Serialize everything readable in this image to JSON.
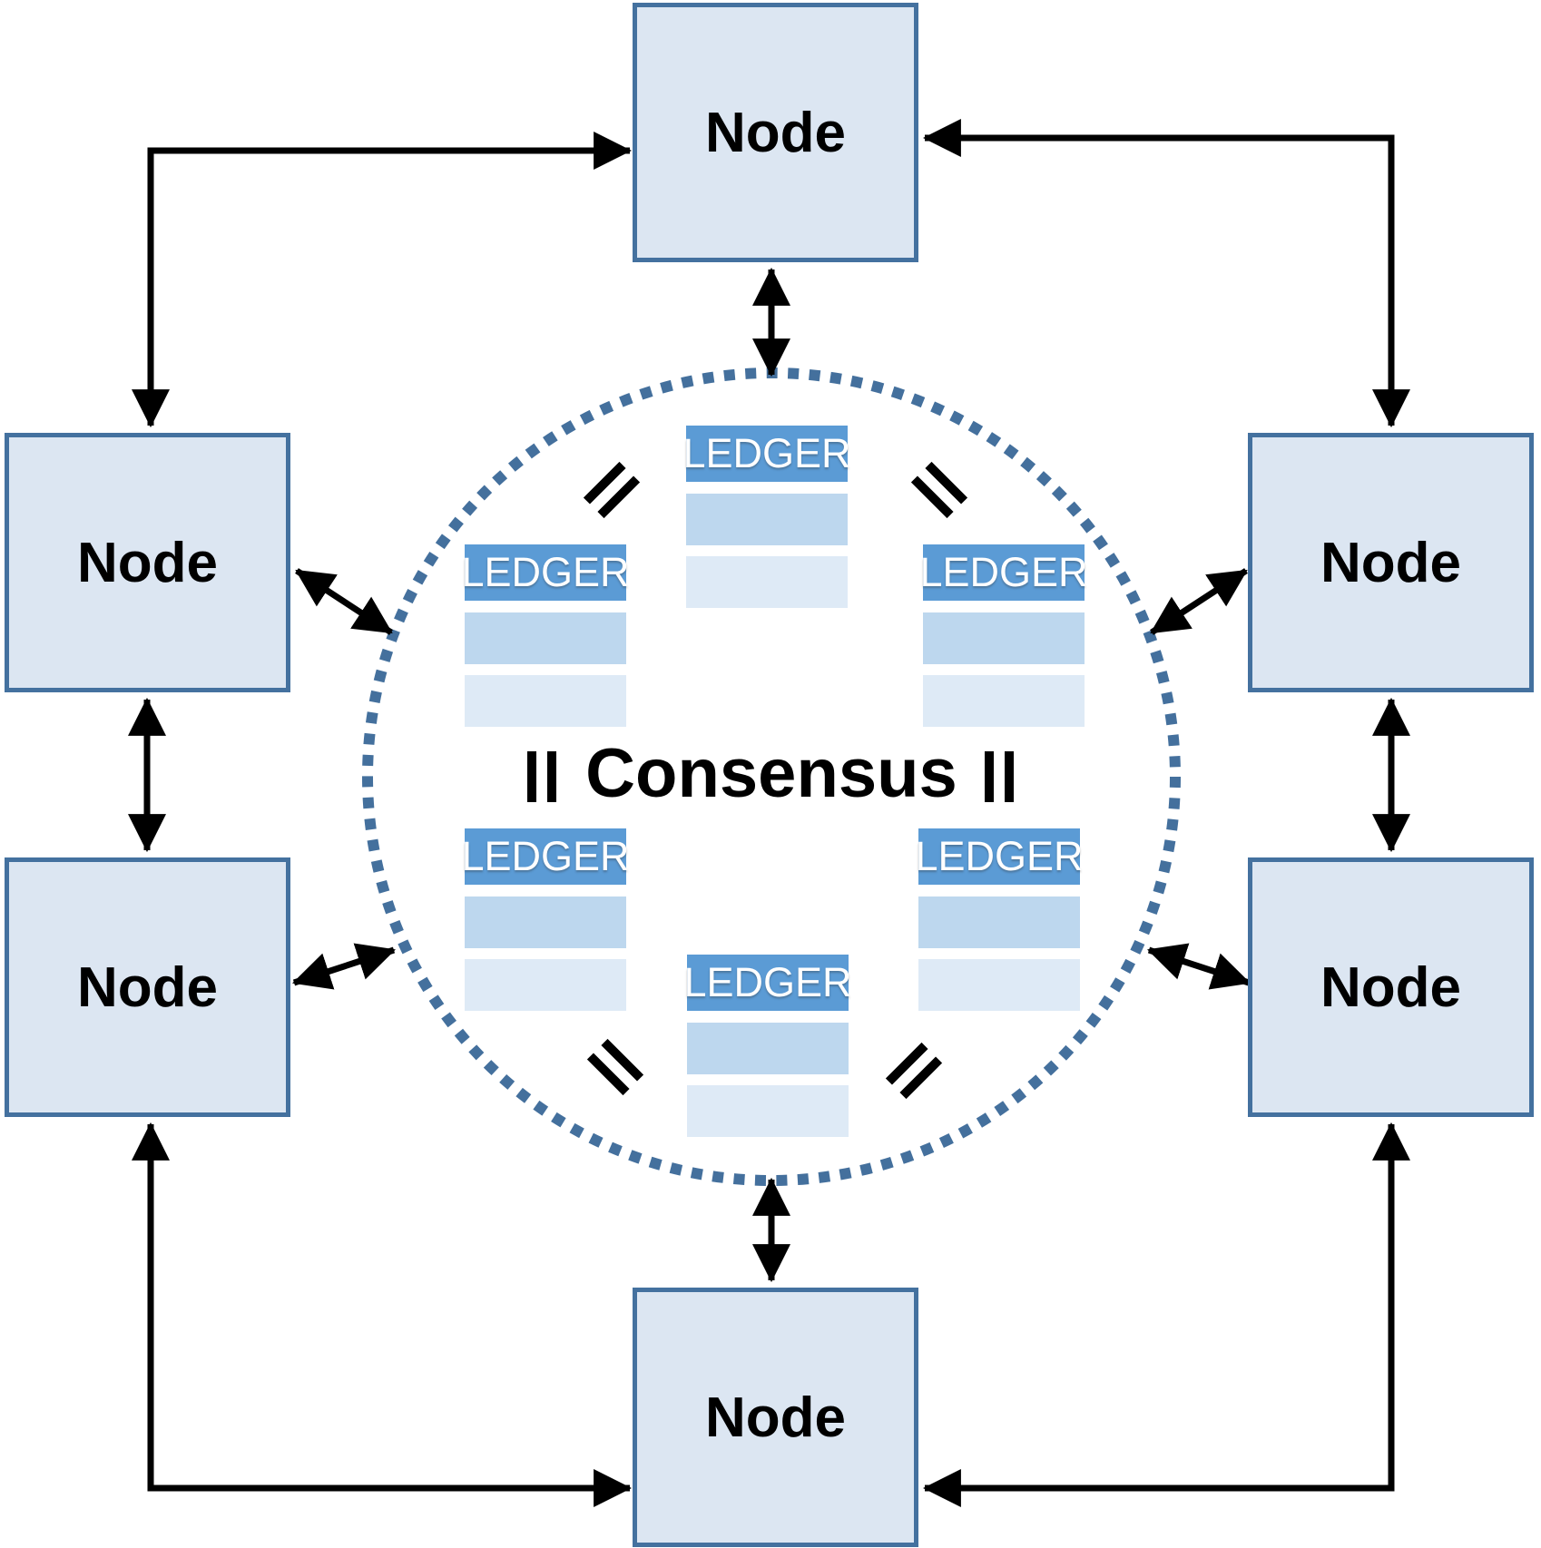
{
  "diagram": {
    "consensus_label": "Consensus",
    "nodes": [
      {
        "id": "top",
        "label": "Node"
      },
      {
        "id": "left-upper",
        "label": "Node"
      },
      {
        "id": "right-upper",
        "label": "Node"
      },
      {
        "id": "left-lower",
        "label": "Node"
      },
      {
        "id": "right-lower",
        "label": "Node"
      },
      {
        "id": "bottom",
        "label": "Node"
      }
    ],
    "ledgers": [
      {
        "id": "top",
        "label": "LEDGER"
      },
      {
        "id": "left",
        "label": "LEDGER"
      },
      {
        "id": "right",
        "label": "LEDGER"
      },
      {
        "id": "lower-left",
        "label": "LEDGER"
      },
      {
        "id": "lower-right",
        "label": "LEDGER"
      },
      {
        "id": "bottom",
        "label": "LEDGER"
      }
    ],
    "colors": {
      "node_fill": "#dce6f2",
      "node_border": "#44719f",
      "ledger_header_fill": "#5b9bd5",
      "ledger_row_medium": "#bdd7ee",
      "ledger_row_light": "#deeaf6",
      "consensus_circle_dots": "#44709d",
      "arrow": "#000000",
      "node_text": "#000000",
      "ledger_text": "#ffffff"
    }
  }
}
